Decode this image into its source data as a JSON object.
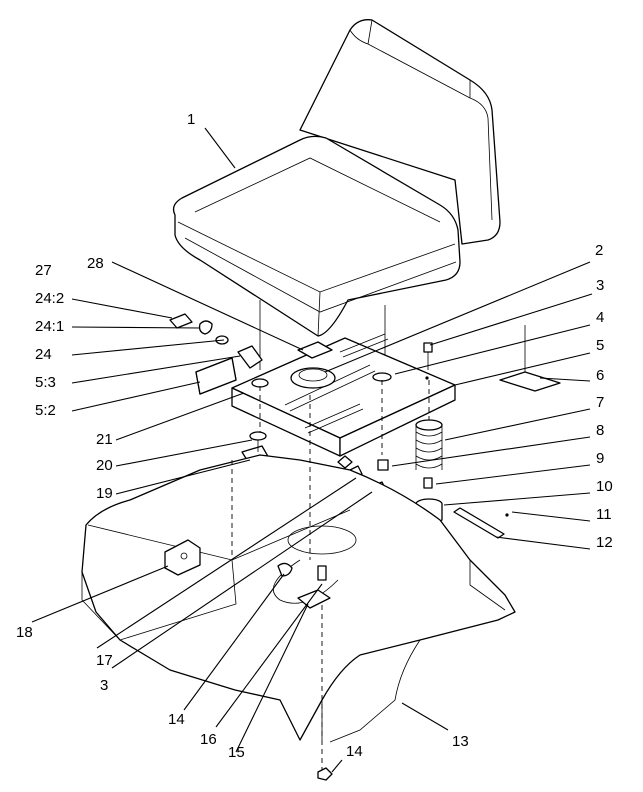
{
  "callouts": [
    {
      "id": "c1",
      "label": "1"
    },
    {
      "id": "c2",
      "label": "2"
    },
    {
      "id": "c3a",
      "label": "3"
    },
    {
      "id": "c4",
      "label": "4"
    },
    {
      "id": "c5",
      "label": "5"
    },
    {
      "id": "c6",
      "label": "6"
    },
    {
      "id": "c7",
      "label": "7"
    },
    {
      "id": "c8",
      "label": "8"
    },
    {
      "id": "c9",
      "label": "9"
    },
    {
      "id": "c10",
      "label": "10"
    },
    {
      "id": "c11",
      "label": "11"
    },
    {
      "id": "c12",
      "label": "12"
    },
    {
      "id": "c13",
      "label": "13"
    },
    {
      "id": "c14a",
      "label": "14"
    },
    {
      "id": "c14b",
      "label": "14"
    },
    {
      "id": "c15",
      "label": "15"
    },
    {
      "id": "c16",
      "label": "16"
    },
    {
      "id": "c17",
      "label": "17"
    },
    {
      "id": "c18",
      "label": "18"
    },
    {
      "id": "c3b",
      "label": "3"
    },
    {
      "id": "c19",
      "label": "19"
    },
    {
      "id": "c20",
      "label": "20"
    },
    {
      "id": "c21",
      "label": "21"
    },
    {
      "id": "c5_2",
      "label": "5:2"
    },
    {
      "id": "c5_3",
      "label": "5:3"
    },
    {
      "id": "c24",
      "label": "24"
    },
    {
      "id": "c24_1",
      "label": "24:1"
    },
    {
      "id": "c24_2",
      "label": "24:2"
    },
    {
      "id": "c27",
      "label": "27"
    },
    {
      "id": "c28",
      "label": "28"
    }
  ]
}
